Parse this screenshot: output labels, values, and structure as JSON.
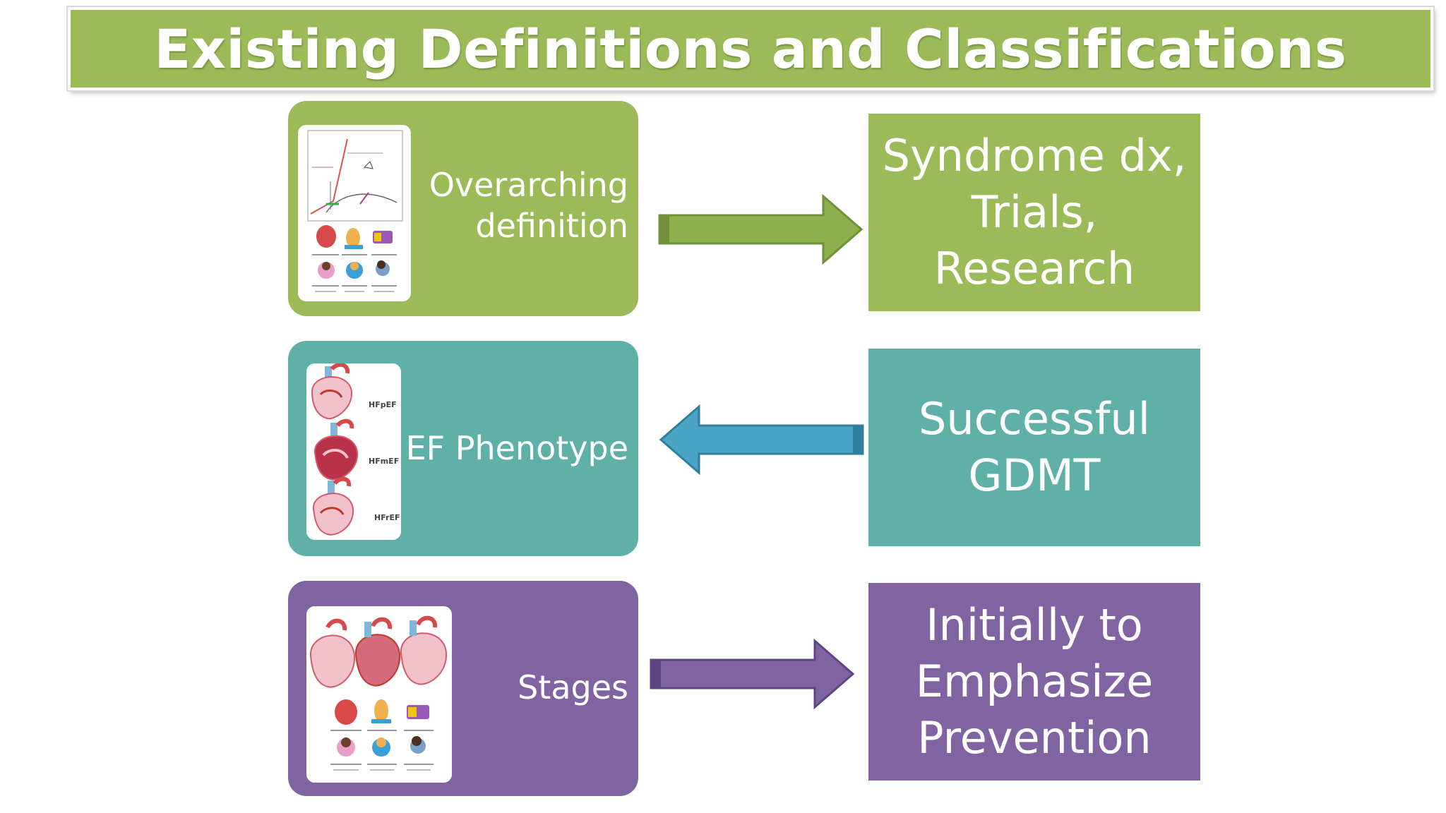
{
  "title": "Existing Definitions and Classifications",
  "rows": [
    {
      "left_label": "Overarching\ndefinition",
      "right_text": "Syndrome dx,\nTrials,\nResearch",
      "arrow_direction": "right",
      "color": "#9bbb59"
    },
    {
      "left_label": "EF Phenotype",
      "right_text": "Successful\nGDMT",
      "arrow_direction": "left",
      "color": "#5fb0a6",
      "image_labels": [
        "HFpEF",
        "HFmEF",
        "HFrEF"
      ]
    },
    {
      "left_label": "Stages",
      "right_text": "Initially to\nEmphasize\nPrevention",
      "arrow_direction": "right",
      "color": "#8064a2"
    }
  ],
  "arrow_colors": {
    "green": "#8db04d",
    "teal": "#4aa4c4",
    "purple": "#8064a2"
  }
}
